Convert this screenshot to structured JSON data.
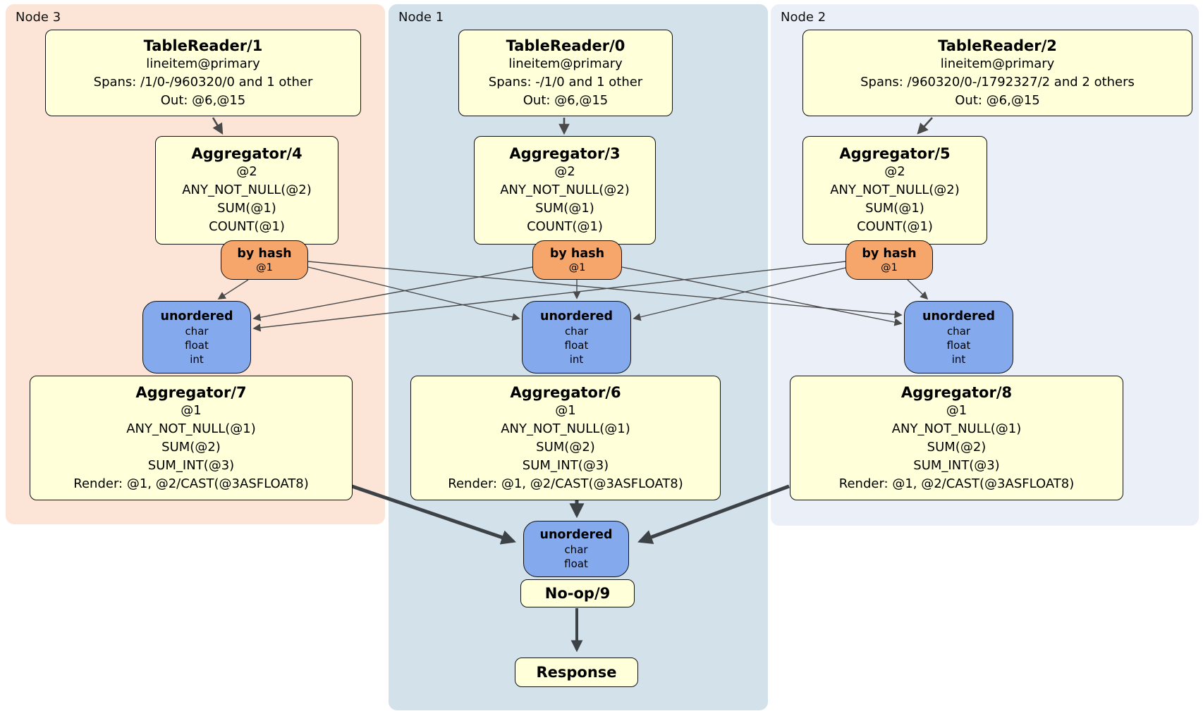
{
  "regions": {
    "node3": {
      "label": "Node 3"
    },
    "node1": {
      "label": "Node 1"
    },
    "node2": {
      "label": "Node 2"
    }
  },
  "processors": {
    "tr1": {
      "title": "TableReader/1",
      "lines": [
        "lineitem@primary",
        "Spans: /1/0-/960320/0 and 1 other",
        "Out: @6,@15"
      ]
    },
    "tr0": {
      "title": "TableReader/0",
      "lines": [
        "lineitem@primary",
        "Spans: -/1/0 and 1 other",
        "Out: @6,@15"
      ]
    },
    "tr2": {
      "title": "TableReader/2",
      "lines": [
        "lineitem@primary",
        "Spans: /960320/0-/1792327/2 and 2 others",
        "Out: @6,@15"
      ]
    },
    "agg4": {
      "title": "Aggregator/4",
      "lines": [
        "@2",
        "ANY_NOT_NULL(@2)",
        "SUM(@1)",
        "COUNT(@1)"
      ]
    },
    "agg3": {
      "title": "Aggregator/3",
      "lines": [
        "@2",
        "ANY_NOT_NULL(@2)",
        "SUM(@1)",
        "COUNT(@1)"
      ]
    },
    "agg5": {
      "title": "Aggregator/5",
      "lines": [
        "@2",
        "ANY_NOT_NULL(@2)",
        "SUM(@1)",
        "COUNT(@1)"
      ]
    },
    "agg7": {
      "title": "Aggregator/7",
      "lines": [
        "@1",
        "ANY_NOT_NULL(@1)",
        "SUM(@2)",
        "SUM_INT(@3)",
        "Render: @1, @2/CAST(@3ASFLOAT8)"
      ]
    },
    "agg6": {
      "title": "Aggregator/6",
      "lines": [
        "@1",
        "ANY_NOT_NULL(@1)",
        "SUM(@2)",
        "SUM_INT(@3)",
        "Render: @1, @2/CAST(@3ASFLOAT8)"
      ]
    },
    "agg8": {
      "title": "Aggregator/8",
      "lines": [
        "@1",
        "ANY_NOT_NULL(@1)",
        "SUM(@2)",
        "SUM_INT(@3)",
        "Render: @1, @2/CAST(@3ASFLOAT8)"
      ]
    },
    "noop": {
      "title": "No-op/9"
    },
    "response": {
      "title": "Response"
    }
  },
  "routers": {
    "hash3": {
      "title": "by hash",
      "detail": "@1"
    },
    "hash1": {
      "title": "by hash",
      "detail": "@1"
    },
    "hash2": {
      "title": "by hash",
      "detail": "@1"
    }
  },
  "syncs": {
    "sync3": {
      "title": "unordered",
      "lines": [
        "char",
        "float",
        "int"
      ]
    },
    "sync1": {
      "title": "unordered",
      "lines": [
        "char",
        "float",
        "int"
      ]
    },
    "sync2": {
      "title": "unordered",
      "lines": [
        "char",
        "float",
        "int"
      ]
    },
    "final": {
      "title": "unordered",
      "lines": [
        "char",
        "float"
      ]
    }
  },
  "colors": {
    "node3_bg": "#fce4d6",
    "node1_bg": "#d3e1eb",
    "node2_bg": "#eaeff8",
    "processor_fill": "#ffffd9",
    "router_fill": "#f6a56b",
    "sync_fill": "#84aaed",
    "box_border": "#111111",
    "edge_color": "#4a4a4a",
    "thick_edge_color": "#3d4247"
  }
}
